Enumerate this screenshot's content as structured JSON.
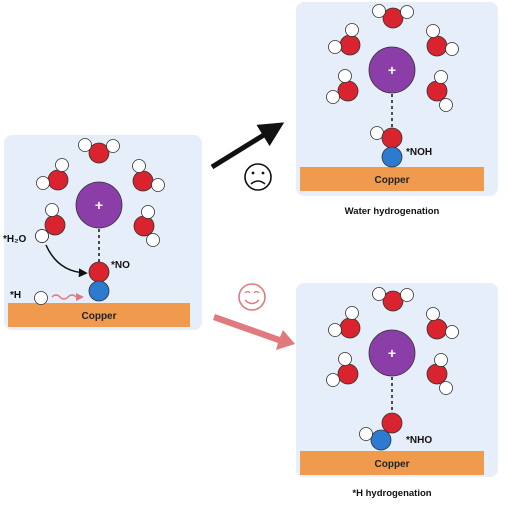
{
  "colors": {
    "panel_bg": "#e6eef9",
    "copper": "#f09a4e",
    "oxygen": "#d9232e",
    "hydrogen": "#ffffff",
    "nitrogen": "#2c7bd0",
    "cation": "#8b3ea8",
    "arrow_bad": "#111111",
    "arrow_good": "#e07a7e"
  },
  "left_panel": {
    "h2o_label": "*H₂O",
    "no_label": "*NO",
    "h_label": "*H",
    "surface_label": "Copper",
    "cation_symbol": "+"
  },
  "top_panel": {
    "adsorbate_label": "*NOH",
    "surface_label": "Copper",
    "cation_symbol": "+",
    "caption": "Water hydrogenation"
  },
  "bottom_panel": {
    "adsorbate_label": "*NHO",
    "surface_label": "Copper",
    "cation_symbol": "+",
    "caption": "*H hydrogenation"
  },
  "icons": {
    "sad": "sad-face-icon",
    "happy": "happy-face-icon"
  }
}
